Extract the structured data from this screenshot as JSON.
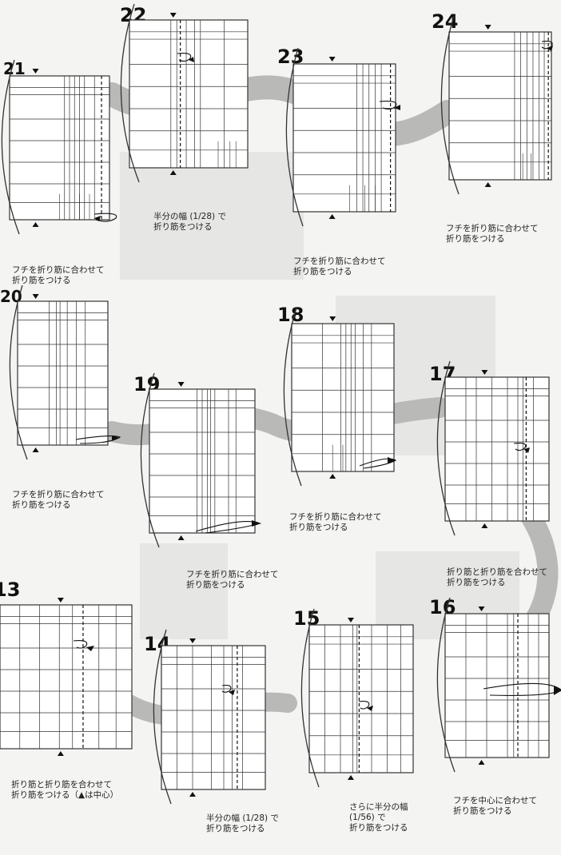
{
  "page": {
    "background": "#f4f4f2",
    "band_color": "#b9b9b7",
    "line_color": "#333333"
  },
  "steps": [
    {
      "number": "21",
      "caption_lines": [
        "フチを折り筋に合わせて",
        "折り筋をつける"
      ]
    },
    {
      "number": "22",
      "caption_lines": [
        "半分の幅 (1/28) で",
        "折り筋をつける"
      ]
    },
    {
      "number": "23",
      "caption_lines": [
        "フチを折り筋に合わせて",
        "折り筋をつける"
      ]
    },
    {
      "number": "24",
      "caption_lines": [
        "フチを折り筋に合わせて",
        "折り筋をつける"
      ]
    },
    {
      "number": "20",
      "caption_lines": [
        "フチを折り筋に合わせて",
        "折り筋をつける"
      ]
    },
    {
      "number": "19",
      "caption_lines": [
        "フチを折り筋に合わせて",
        "折り筋をつける"
      ]
    },
    {
      "number": "18",
      "caption_lines": [
        "フチを折り筋に合わせて",
        "折り筋をつける"
      ]
    },
    {
      "number": "17",
      "caption_lines": [
        "折り筋と折り筋を合わせて",
        "折り筋をつける"
      ]
    },
    {
      "number": "13",
      "caption_lines": [
        "折り筋と折り筋を合わせて",
        "折り筋をつける（▲は中心）"
      ]
    },
    {
      "number": "14",
      "caption_lines": [
        "半分の幅 (1/28) で",
        "折り筋をつける"
      ]
    },
    {
      "number": "15",
      "caption_lines": [
        "さらに半分の幅",
        "(1/56) で",
        "折り筋をつける"
      ]
    },
    {
      "number": "16",
      "caption_lines": [
        "フチを中心に合わせて",
        "折り筋をつける"
      ]
    }
  ]
}
